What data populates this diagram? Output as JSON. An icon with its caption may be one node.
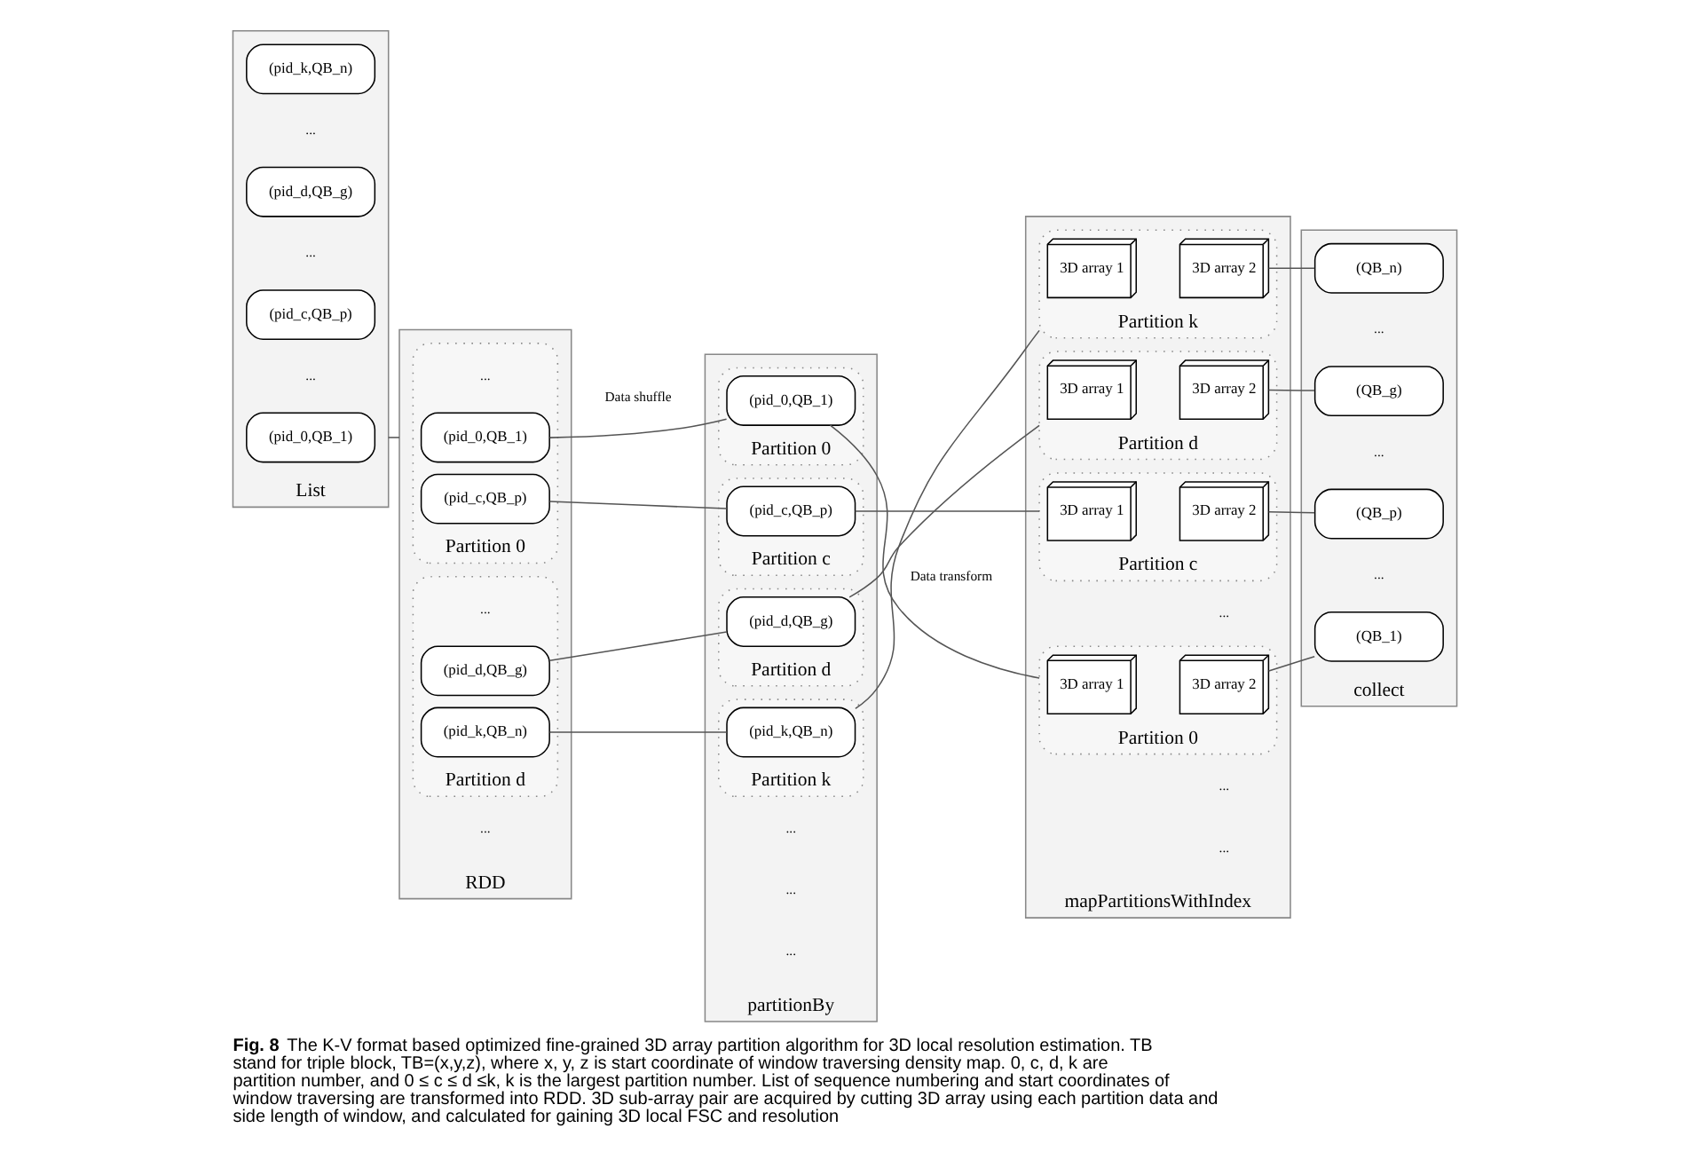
{
  "diagram": {
    "caption": "**Fig. 8** The K-V format based optimized fine-grained 3D array partition algorithm for 3D local resolution estimation. TB stand for triple block, TB=(x,y,z), where x, y, z is start coordinate of window traversing density map. 0, c, d, k are partition number, and 0 ≤ c ≤ d ≤k, k is the largest partition number. List of sequence numbering and start coordinates of window traversing are transformed into RDD. 3D sub-array pair are acquired by cutting 3D array using each partition data and side length of window, and calculated for gaining 3D local FSC and resolution",
    "nodes": [
      {
        "text": [
          "List"
        ]
      },
      {
        "text": [
          "(pid_0,QB_1)"
        ],
        "in": 0
      },
      {
        "text": [
          "(pid_c,QB_p)"
        ],
        "in": 0
      },
      {
        "text": [
          "(pid_d,QB_g)"
        ],
        "in": 0
      },
      {
        "text": [
          "(pid_k,QB_n)"
        ],
        "in": 0
      },
      {
        "text": [
          "RDD"
        ]
      },
      {
        "text": [
          "Partition 0"
        ],
        "in": 5
      },
      {
        "text": [
          "(pid_0,QB_1)"
        ],
        "in": 6
      },
      {
        "text": [
          "(pid_c,QB_p)"
        ],
        "in": 6
      },
      {
        "text": [
          "Partition d"
        ],
        "in": 5
      },
      {
        "text": [
          "(pid_d,QB_g)"
        ],
        "in": 9
      },
      {
        "text": [
          "(pid_k,QB_n)"
        ],
        "in": 9
      },
      {
        "text": [
          "partitionBy"
        ]
      },
      {
        "text": [
          "Partition k"
        ],
        "in": 12
      },
      {
        "text": [
          "(pid_k,QB_n)"
        ],
        "in": 13
      },
      {
        "text": [
          "Partition d"
        ],
        "in": 12
      },
      {
        "text": [
          "(pid_d,QB_g)"
        ],
        "in": 15
      },
      {
        "text": [
          "Partition c"
        ],
        "in": 12
      },
      {
        "text": [
          "(pid_c,QB_p)"
        ],
        "in": 17
      },
      {
        "text": [
          "Partition 0"
        ],
        "in": 12
      },
      {
        "text": [
          "(pid_0,QB_1)"
        ],
        "in": 19
      },
      {
        "text": [
          "mapPartitionsWithIndex"
        ]
      },
      {
        "text": [
          "Partition 0"
        ],
        "in": 21
      },
      {
        "text": [
          "3D array 1"
        ],
        "in": 22
      },
      {
        "text": [
          "3D array 2"
        ],
        "in": 22
      },
      {
        "text": [
          "Partition c"
        ],
        "in": 21
      },
      {
        "text": [
          "3D array 1"
        ],
        "in": 25
      },
      {
        "text": [
          "3D array 2"
        ],
        "in": 25
      },
      {
        "text": [
          "Partition d"
        ],
        "in": 21
      },
      {
        "text": [
          "3D array 1"
        ],
        "in": 28
      },
      {
        "text": [
          "3D array 2"
        ],
        "in": 28
      },
      {
        "text": [
          "Partition k"
        ],
        "in": 21
      },
      {
        "text": [
          "3D array 1"
        ],
        "in": 31
      },
      {
        "text": [
          "3D array 2"
        ],
        "in": 31
      },
      {
        "text": [
          "collect"
        ]
      },
      {
        "text": [
          "(QB_1)"
        ],
        "in": 34
      },
      {
        "text": [
          "(QB_p)"
        ],
        "in": 34
      },
      {
        "text": [
          "(QB_g)"
        ],
        "in": 34
      },
      {
        "text": [
          "(QB_n)"
        ],
        "in": 34
      }
    ],
    "edges": [
      {
        "from": 0,
        "to": 5,
        "arrow": "none"
      },
      {
        "from": 7,
        "to": 20,
        "arrow": "none"
      },
      {
        "from": 8,
        "to": 18,
        "arrow": "none"
      },
      {
        "from": 10,
        "to": 16,
        "arrow": "none"
      },
      {
        "from": 11,
        "to": 14,
        "arrow": "none"
      },
      {
        "from": 14,
        "to": 31,
        "arrow": "none"
      },
      {
        "from": 16,
        "to": 28,
        "arrow": "none"
      },
      {
        "from": 18,
        "to": 25,
        "arrow": "none"
      },
      {
        "from": 20,
        "to": 22,
        "arrow": "none"
      },
      {
        "from": 24,
        "to": 35,
        "arrow": "none"
      },
      {
        "from": 27,
        "to": 36,
        "arrow": "none"
      },
      {
        "from": 30,
        "to": 37,
        "arrow": "none"
      },
      {
        "from": 33,
        "to": 38,
        "arrow": "none"
      }
    ],
    "labels": [
      "...",
      "...",
      "...",
      "...",
      "...",
      "...",
      "Data shuffle",
      "...",
      "...",
      "...",
      "Data transform",
      "...",
      "...",
      "...",
      "...",
      "...",
      "..."
    ]
  }
}
